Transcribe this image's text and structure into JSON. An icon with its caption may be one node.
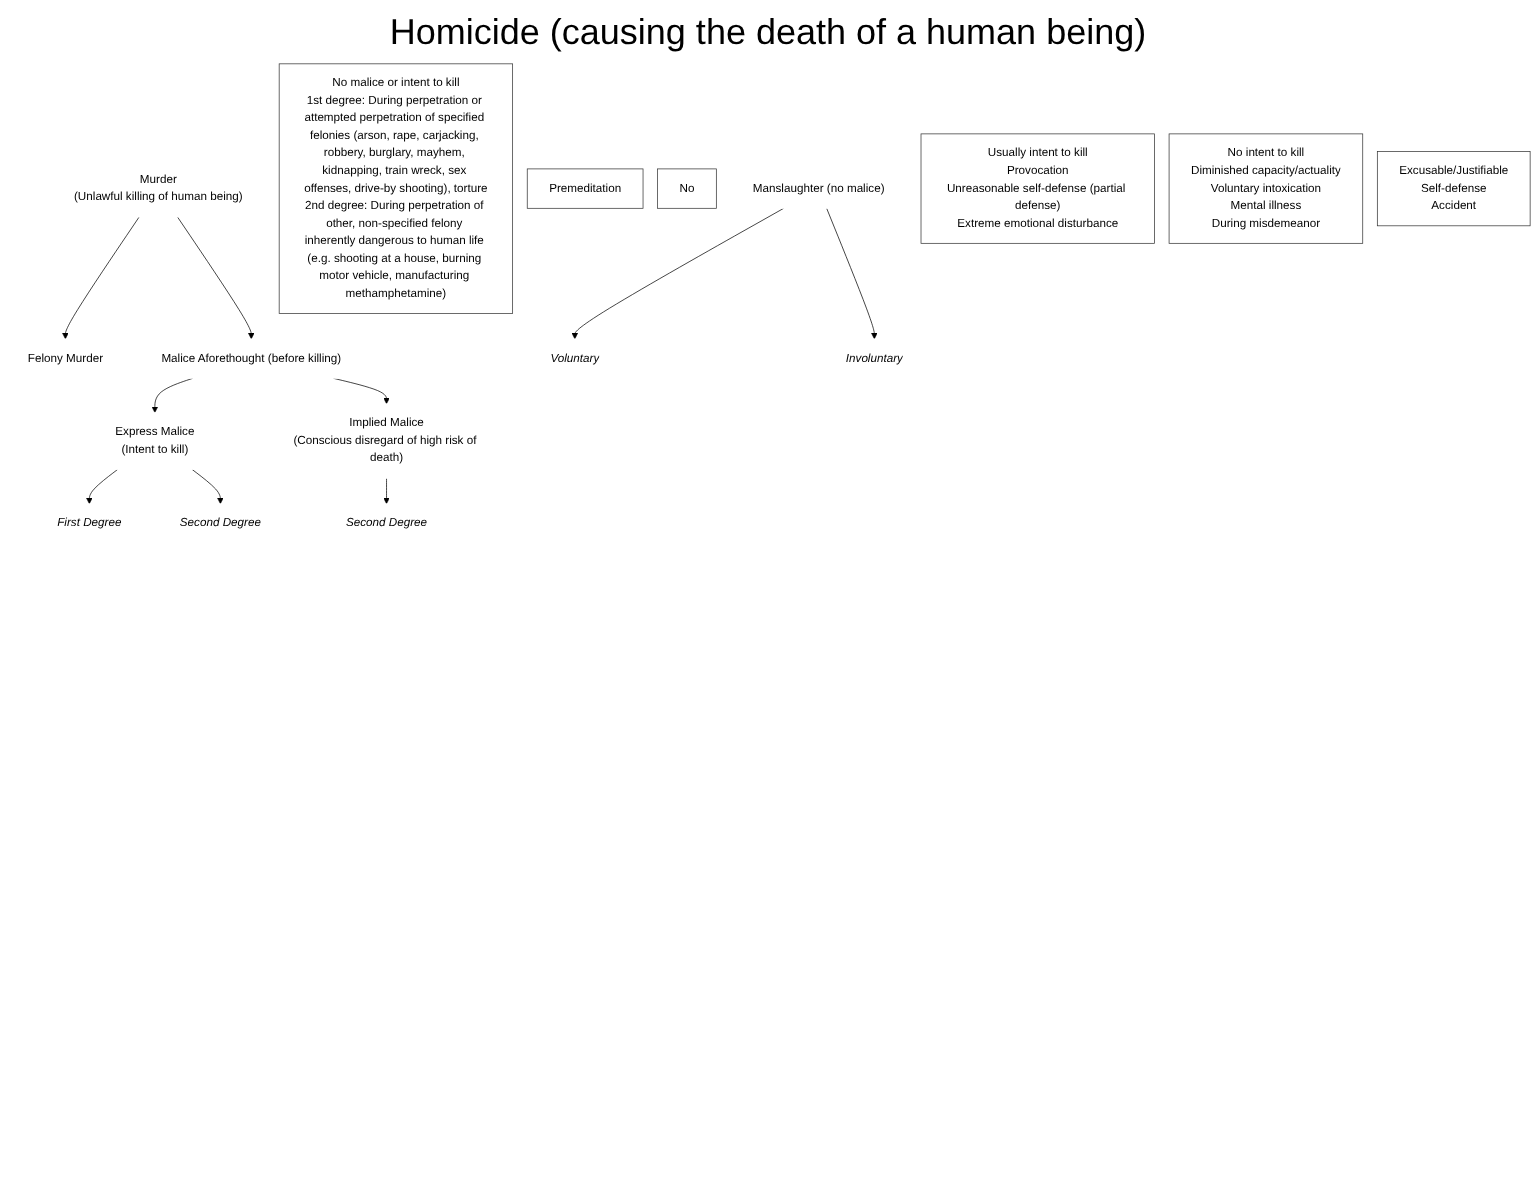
{
  "diagram": {
    "title": "Homicide (causing the death of a human being)",
    "nodes": [
      {
        "text": [
          "Murder",
          "(Unlawful killing of human being)"
        ]
      },
      {
        "text": [
          "Felony Murder"
        ]
      },
      {
        "text": [
          "Malice Aforethought (before killing)"
        ]
      },
      {
        "text": [
          "No malice or intent to kill",
          "1st degree: During perpetration or attempted perpetration of specified felonies (arson, rape, carjacking, robbery, burglary, mayhem, kidnapping, train wreck, sex offenses, drive-by shooting), torture",
          "2nd degree: During perpetration of other, non-specified felony inherently dangerous to human life (e.g. shooting at a house, burning motor vehicle, manufacturing methamphetamine)"
        ]
      },
      {
        "text": [
          "Express Malice",
          "(Intent to kill)"
        ]
      },
      {
        "text": [
          "Implied Malice",
          "(Conscious disregard of high risk of death)"
        ]
      },
      {
        "text": [
          "First Degree"
        ]
      },
      {
        "text": [
          "Second Degree"
        ]
      },
      {
        "text": [
          "Premeditation"
        ]
      },
      {
        "text": [
          "No"
        ]
      },
      {
        "text": [
          "Second Degree"
        ]
      },
      {
        "text": [
          "Manslaughter (no malice)"
        ]
      },
      {
        "text": [
          "Voluntary"
        ]
      },
      {
        "text": [
          "Involuntary"
        ]
      },
      {
        "text": [
          "Usually intent to kill",
          "Provocation",
          "Unreasonable self-defense (partial defense)",
          "Extreme emotional disturbance"
        ]
      },
      {
        "text": [
          "No intent to kill",
          "Diminished capacity/actuality",
          "Voluntary intoxication",
          "Mental illness",
          "During misdemeanor"
        ]
      },
      {
        "text": [
          "Excusable/Justifiable",
          "Self-defense",
          "Accident"
        ]
      }
    ],
    "edges": [
      {
        "from": 0,
        "to": 1,
        "arrow": "to"
      },
      {
        "from": 0,
        "to": 2,
        "arrow": "to"
      },
      {
        "from": 2,
        "to": 4,
        "arrow": "to"
      },
      {
        "from": 2,
        "to": 5,
        "arrow": "to"
      },
      {
        "from": 4,
        "to": 6,
        "arrow": "to"
      },
      {
        "from": 4,
        "to": 7,
        "arrow": "to"
      },
      {
        "from": 5,
        "to": 10,
        "arrow": "to"
      },
      {
        "from": 11,
        "to": 12,
        "arrow": "to"
      },
      {
        "from": 11,
        "to": 13,
        "arrow": "to"
      }
    ]
  }
}
